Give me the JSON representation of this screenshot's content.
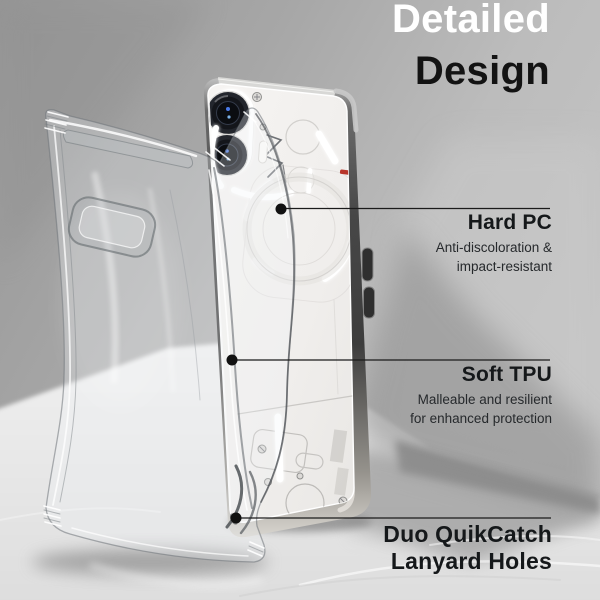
{
  "title": {
    "line1": "Detailed",
    "line2": "Design"
  },
  "callouts": [
    {
      "label": "Hard PC",
      "description": "Anti-discoloration &\nimpact-resistant"
    },
    {
      "label": "Soft TPU",
      "description": "Malleable and resilient\nfor enhanced protection"
    },
    {
      "label": "Duo QuikCatch\nLanyard Holes",
      "description": ""
    }
  ],
  "scene": {
    "subject": "clear bumper phone case leaning on transparent-back smartphone",
    "phone_visible_features": "dual cameras, LED flash, glyph light strips, wireless coil, red accent dash, side buttons",
    "case_visible_features": "camera cutout, corner bumpers, lanyard holes"
  },
  "colors": {
    "background_wall": "#a8a8a8",
    "floor": "#e8e8e8",
    "cast_shadow": "#8c8c8c",
    "title_line1": "#ffffff",
    "title_line2": "#131313",
    "callout_text": "#15181a",
    "accent_red": "#b8352a",
    "glyph_white": "#ffffff"
  }
}
